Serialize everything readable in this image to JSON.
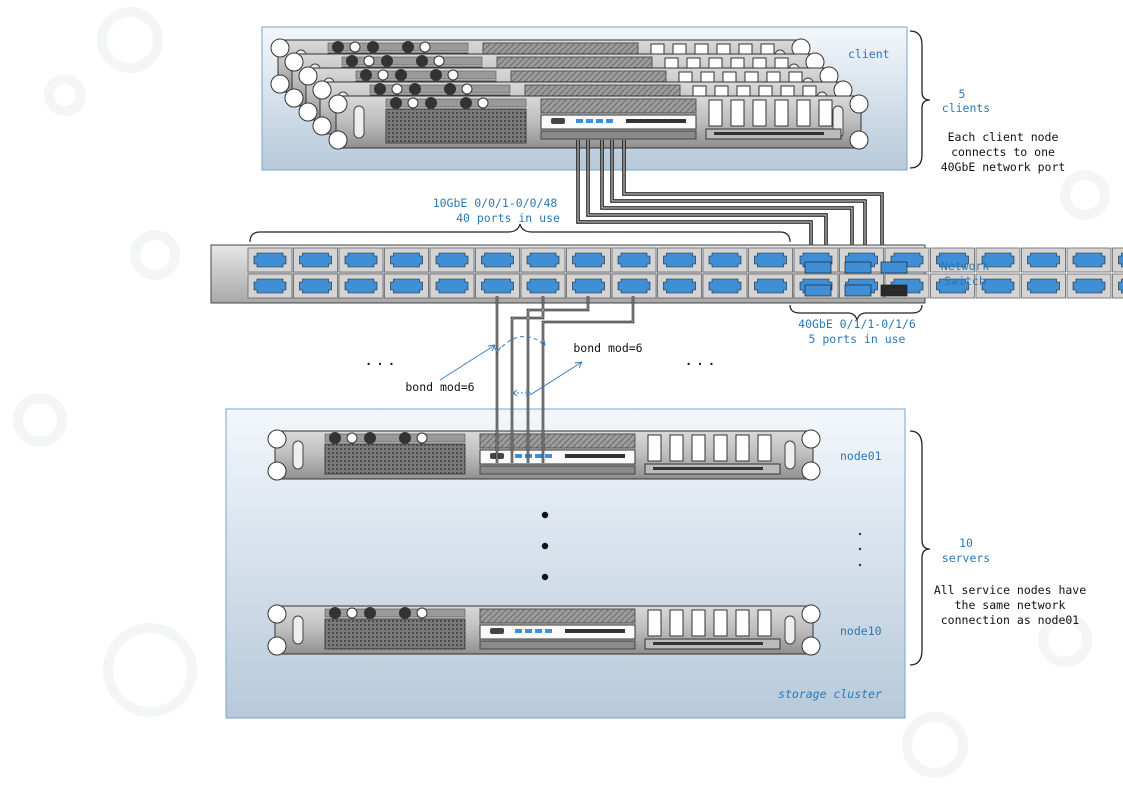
{
  "client_box": {
    "label": "client",
    "brace_count": "5",
    "brace_unit": "clients",
    "note_lines": [
      "Each client node",
      "connects to one",
      "40GbE network port"
    ]
  },
  "switch": {
    "label_line1": "Network",
    "label_line2": "Switch",
    "port_range_10g": "10GbE 0/0/1-0/0/48",
    "ports_in_use_10g": "40 ports in use",
    "port_range_40g": "40GbE 0/1/1-0/1/6",
    "ports_in_use_40g": "5 ports in use",
    "ports_10g_total": 48,
    "ports_10g_used": 40,
    "ports_40g_total": 6,
    "ports_40g_used": 5
  },
  "bonds": {
    "left": "bond mod=6",
    "right": "bond mod=6"
  },
  "ellipsis": {
    "left": "· · ·",
    "right": "· · ·"
  },
  "storage_box": {
    "label": "storage cluster",
    "nodes": [
      "node01",
      "node10"
    ],
    "brace_count": "10",
    "brace_unit": "servers",
    "note_lines": [
      "All service nodes have",
      "the same network",
      "connection as node01"
    ]
  },
  "colors": {
    "port_blue": "#3f8fd6",
    "port_black": "#2a2a2a",
    "label_blue": "#2b78b6",
    "panel_top": "#f2f6fa",
    "panel_bottom": "#b8cadb",
    "panel_border": "#7aa3c9"
  }
}
